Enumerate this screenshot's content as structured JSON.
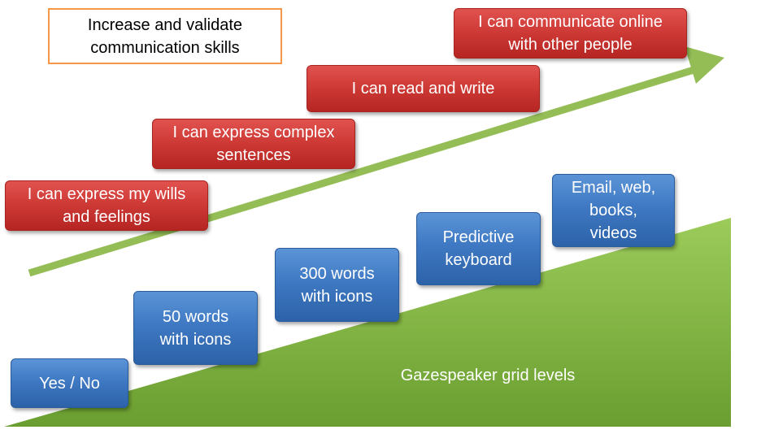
{
  "goal": {
    "text": "Increase and validate\ncommunication skills"
  },
  "skills": [
    {
      "label": "I can express my wills\nand feelings"
    },
    {
      "label": "I can express complex\nsentences"
    },
    {
      "label": "I can read and write"
    },
    {
      "label": "I can communicate online\nwith other people"
    }
  ],
  "levels": [
    {
      "label": "Yes / No"
    },
    {
      "label": "50 words\nwith icons"
    },
    {
      "label": "300 words\nwith icons"
    },
    {
      "label": "Predictive\nkeyboard"
    },
    {
      "label": "Email, web,\nbooks,\nvideos"
    }
  ],
  "grid_caption": "Gazespeaker grid levels",
  "colors": {
    "skill_box": "#c0302d",
    "level_box": "#3a73bc",
    "arrow": "#94bd55",
    "wedge": "#7eb03e",
    "goal_border": "#f79646"
  }
}
